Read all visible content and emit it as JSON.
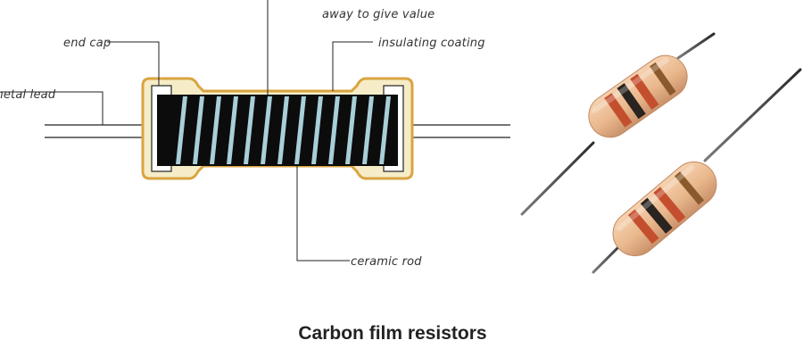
{
  "labels": {
    "top_partial": "away to give value",
    "end_cap": "end cap",
    "metal_lead": "metal lead",
    "insulating_coating": "insulating coating",
    "ceramic_rod": "ceramic rod"
  },
  "caption": "Carbon film resistors",
  "colors": {
    "coating": "#f6edc8",
    "coating_outline": "#d9a441",
    "film": "#0c0c0c",
    "groove": "#a9cfd8",
    "resistor_body": "#e8b78f",
    "band_dark": "#2a2420",
    "band_red": "#c44f2e",
    "lead_wire": "#3a3a3a"
  }
}
